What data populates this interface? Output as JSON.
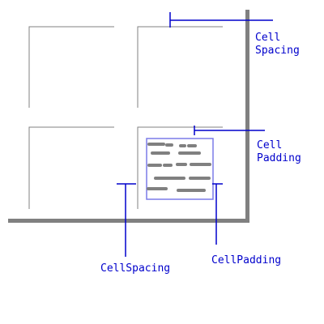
{
  "colors": {
    "background": "#ffffff",
    "cell_border": "#808080",
    "table_border": "#808080",
    "text_block": "#808080",
    "callout_line": "#0000cc",
    "callout_text": "#0000cc",
    "padding_box": "#7b7be8"
  },
  "labels": {
    "cell_spacing_top_line1": "Cell",
    "cell_spacing_top_line2": "Spacing",
    "cell_padding_right_line1": "Cell",
    "cell_padding_right_line2": "Padding",
    "cell_spacing_bottom": "CellSpacing",
    "cell_padding_bottom": "CellPadding"
  }
}
